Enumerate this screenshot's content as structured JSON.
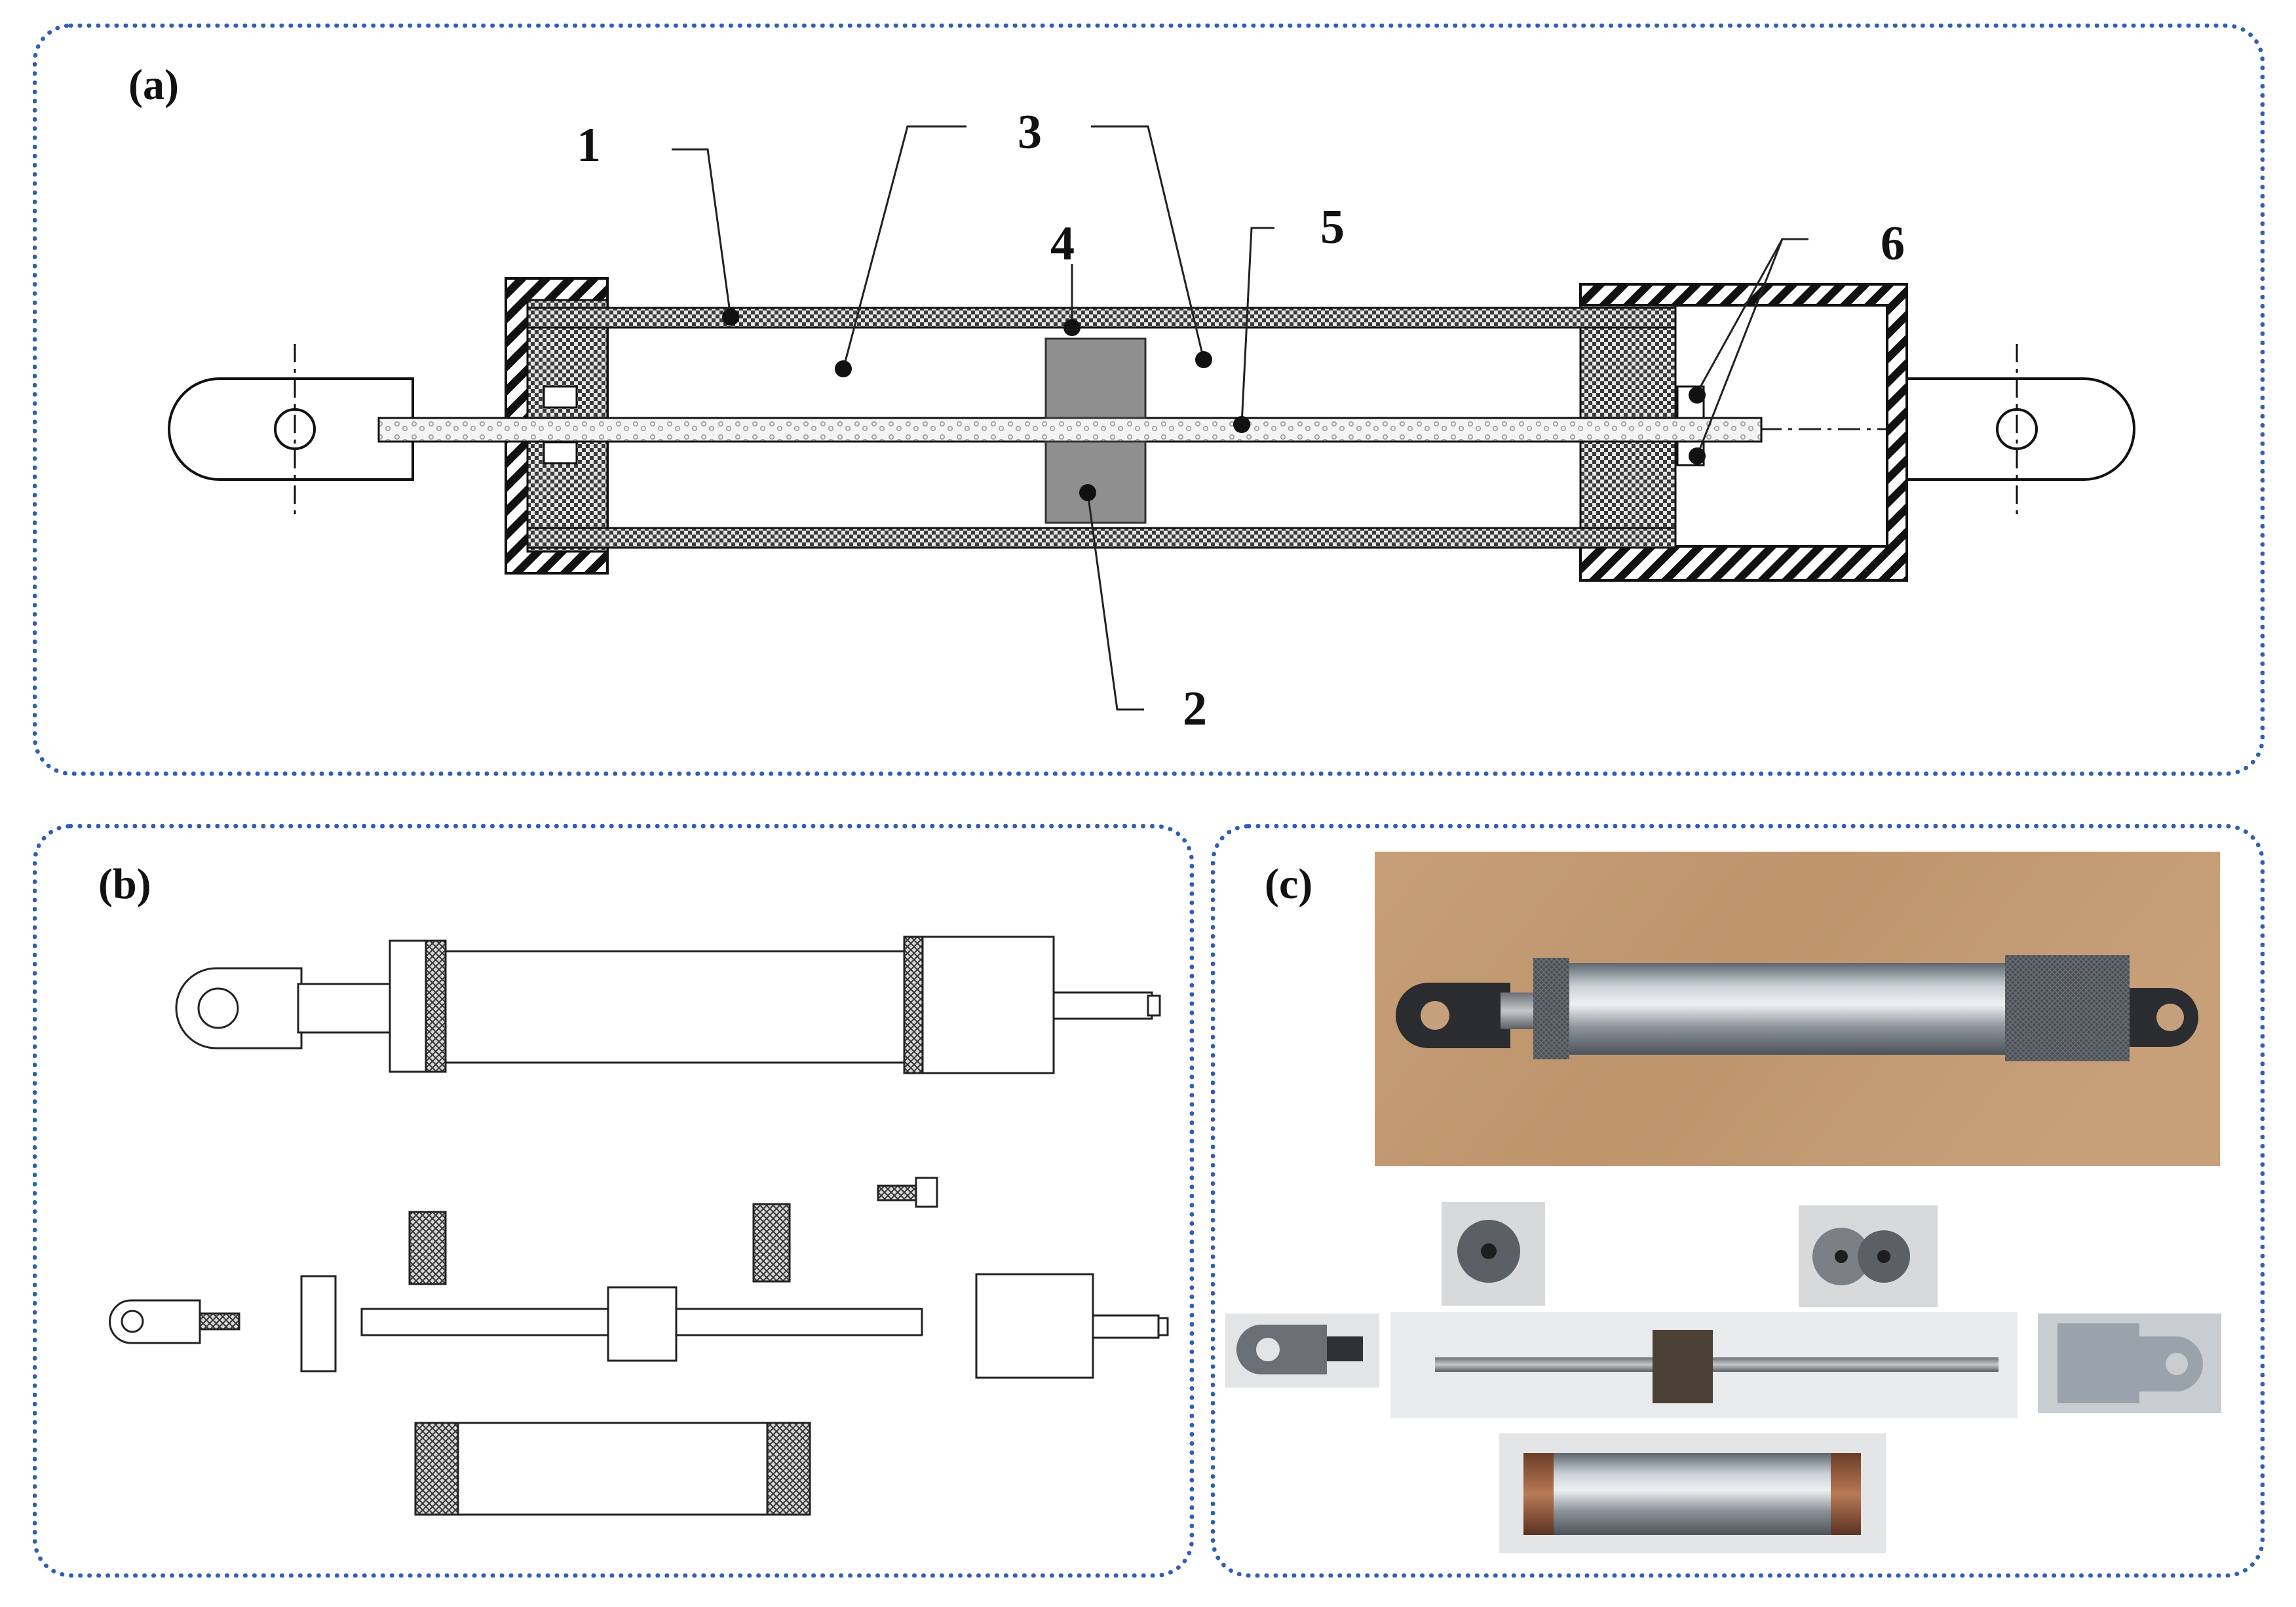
{
  "panels": {
    "a": {
      "label": "(a)"
    },
    "b": {
      "label": "(b)"
    },
    "c": {
      "label": "(c)"
    }
  },
  "callouts": {
    "c1": "1",
    "c2": "2",
    "c3": "3",
    "c4": "4",
    "c5": "5",
    "c6": "6"
  },
  "colors": {
    "panel_border": "#2f5fb3",
    "piston_fill": "#8f8f8f",
    "wood_background": "#c39a72",
    "steel": "#9aa3ad",
    "dark_metal": "#2e3136",
    "copper": "#9a5a3a"
  }
}
